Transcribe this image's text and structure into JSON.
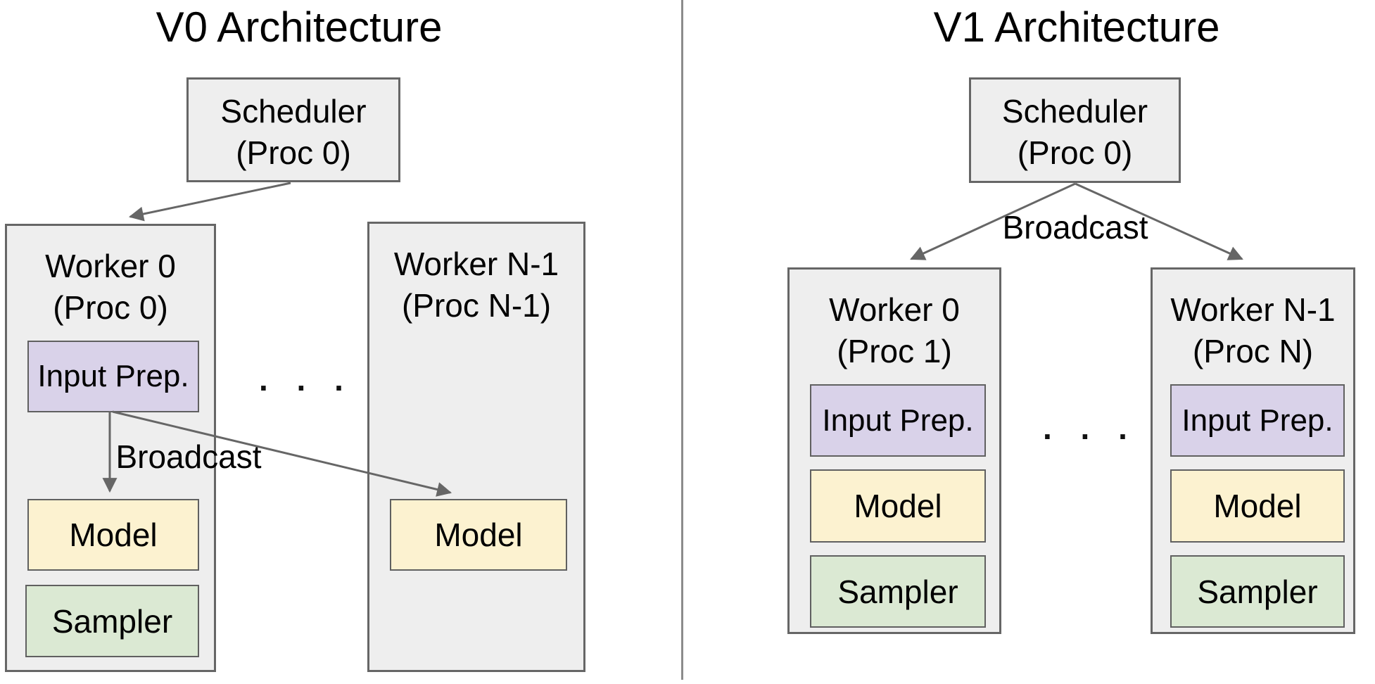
{
  "colors": {
    "box_fill_gray": "#eeeeee",
    "box_border": "#666666",
    "input_prep_fill": "#d9d2e9",
    "model_fill": "#fcf2d0",
    "sampler_fill": "#dbe9d3",
    "arrow": "#666666",
    "divider": "#8c8c8c",
    "text": "#000000"
  },
  "v0": {
    "title": "V0 Architecture",
    "scheduler": {
      "line1": "Scheduler",
      "line2": "(Proc 0)"
    },
    "broadcast_label": "Broadcast",
    "ellipsis": ". . .",
    "worker0": {
      "line1": "Worker 0",
      "line2": "(Proc 0)",
      "input_prep": "Input Prep.",
      "model": "Model",
      "sampler": "Sampler"
    },
    "workerN": {
      "line1": "Worker N-1",
      "line2": "(Proc N-1)",
      "model": "Model"
    }
  },
  "v1": {
    "title": "V1 Architecture",
    "scheduler": {
      "line1": "Scheduler",
      "line2": "(Proc 0)"
    },
    "broadcast_label": "Broadcast",
    "ellipsis": ". . .",
    "worker0": {
      "line1": "Worker 0",
      "line2": "(Proc 1)",
      "input_prep": "Input Prep.",
      "model": "Model",
      "sampler": "Sampler"
    },
    "workerN": {
      "line1": "Worker N-1",
      "line2": "(Proc N)",
      "input_prep": "Input Prep.",
      "model": "Model",
      "sampler": "Sampler"
    }
  }
}
